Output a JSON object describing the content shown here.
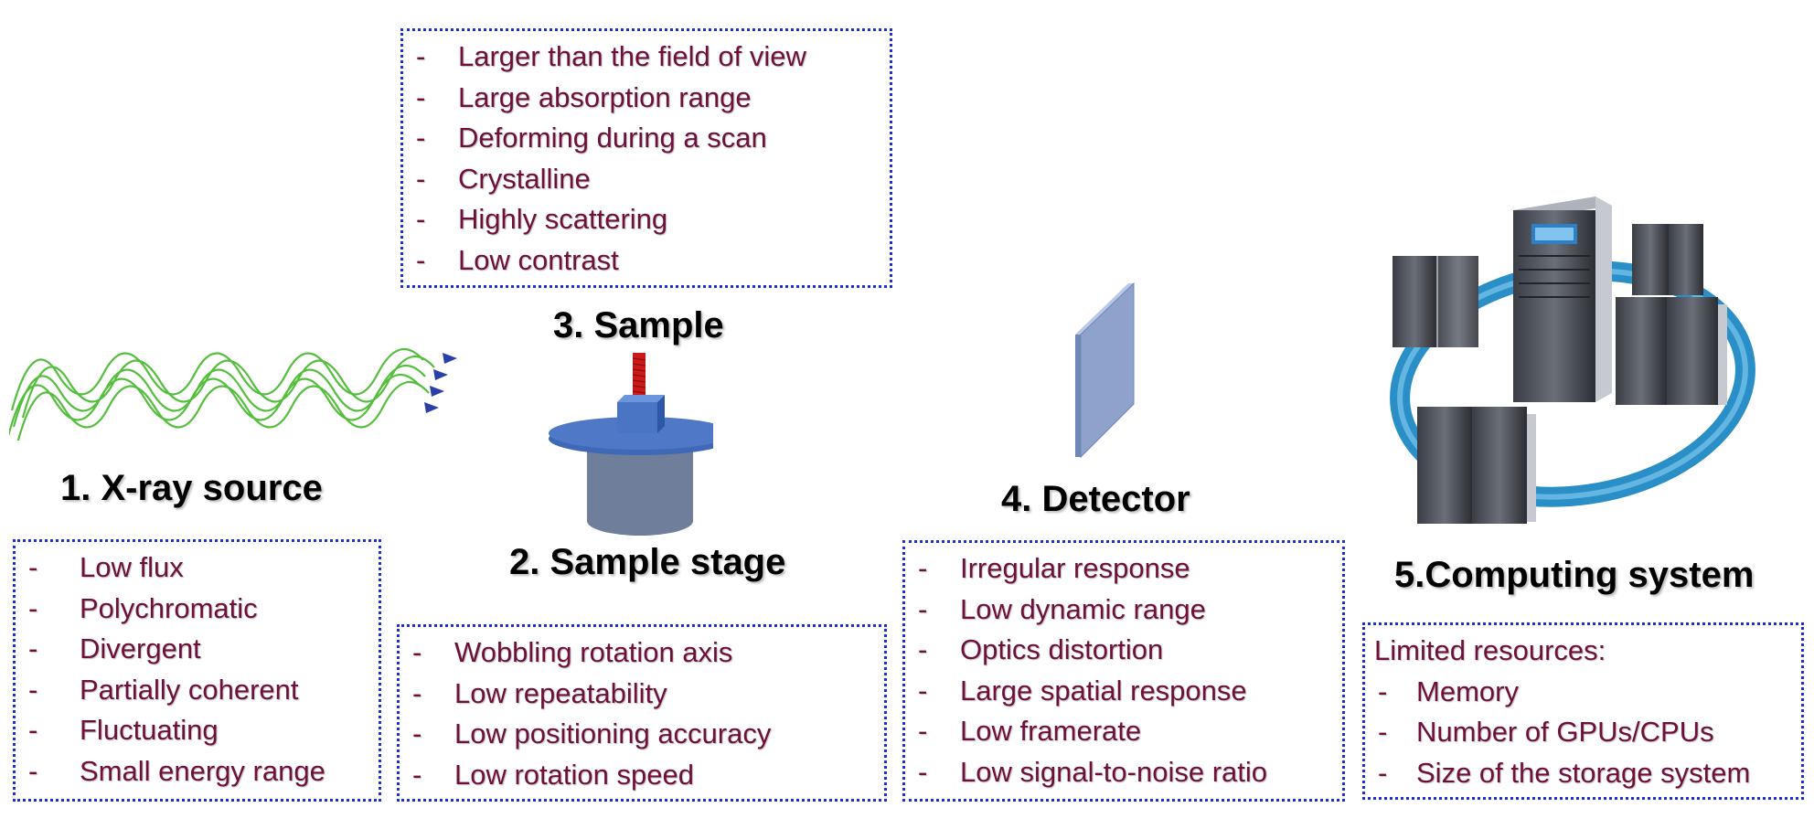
{
  "sections": {
    "source": {
      "title": "1. X-ray source",
      "items": [
        "Low flux",
        "Polychromatic",
        "Divergent",
        "Partially coherent",
        "Fluctuating",
        "Small energy range"
      ]
    },
    "stage": {
      "title": "2. Sample stage",
      "items": [
        "Wobbling rotation axis",
        "Low repeatability",
        "Low positioning accuracy",
        "Low rotation speed"
      ]
    },
    "sample": {
      "title": "3. Sample",
      "items": [
        "Larger than the field of view",
        "Large absorption range",
        "Deforming during a scan",
        "Crystalline",
        "Highly scattering",
        "Low contrast"
      ]
    },
    "detector": {
      "title": "4. Detector",
      "items": [
        "Irregular response",
        "Low dynamic range",
        "Optics distortion",
        "Large spatial response",
        "Low framerate",
        "Low signal-to-noise ratio"
      ]
    },
    "computing": {
      "title": "5.Computing system",
      "header": "Limited resources:",
      "items": [
        "Memory",
        "Number of GPUs/CPUs",
        "Size of the storage system"
      ]
    }
  },
  "bullet": "-",
  "colors": {
    "box_border": "#1f2fd6",
    "item_text": "#6e0f3c",
    "wave": "#44b72a",
    "stage": "#4f79c7",
    "stage_base": "#6f7f9b",
    "pin": "#cc1a1a",
    "detector": "#8ea2cc",
    "ring": "#2a8fc7"
  }
}
